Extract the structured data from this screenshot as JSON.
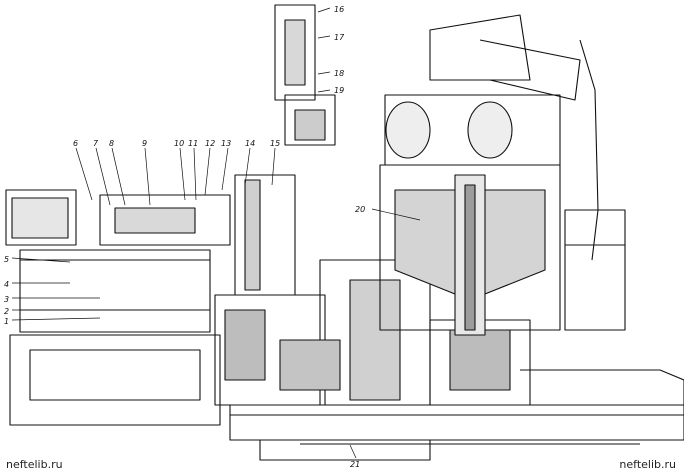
{
  "callouts": [
    "1",
    "2",
    "3",
    "4",
    "5",
    "6",
    "7",
    "8",
    "9",
    "10",
    "11",
    "12",
    "13",
    "14",
    "15",
    "16",
    "17",
    "18",
    "19",
    "20",
    "21"
  ],
  "watermark": {
    "left": "neftelib.ru",
    "right": "neftelib.ru"
  }
}
